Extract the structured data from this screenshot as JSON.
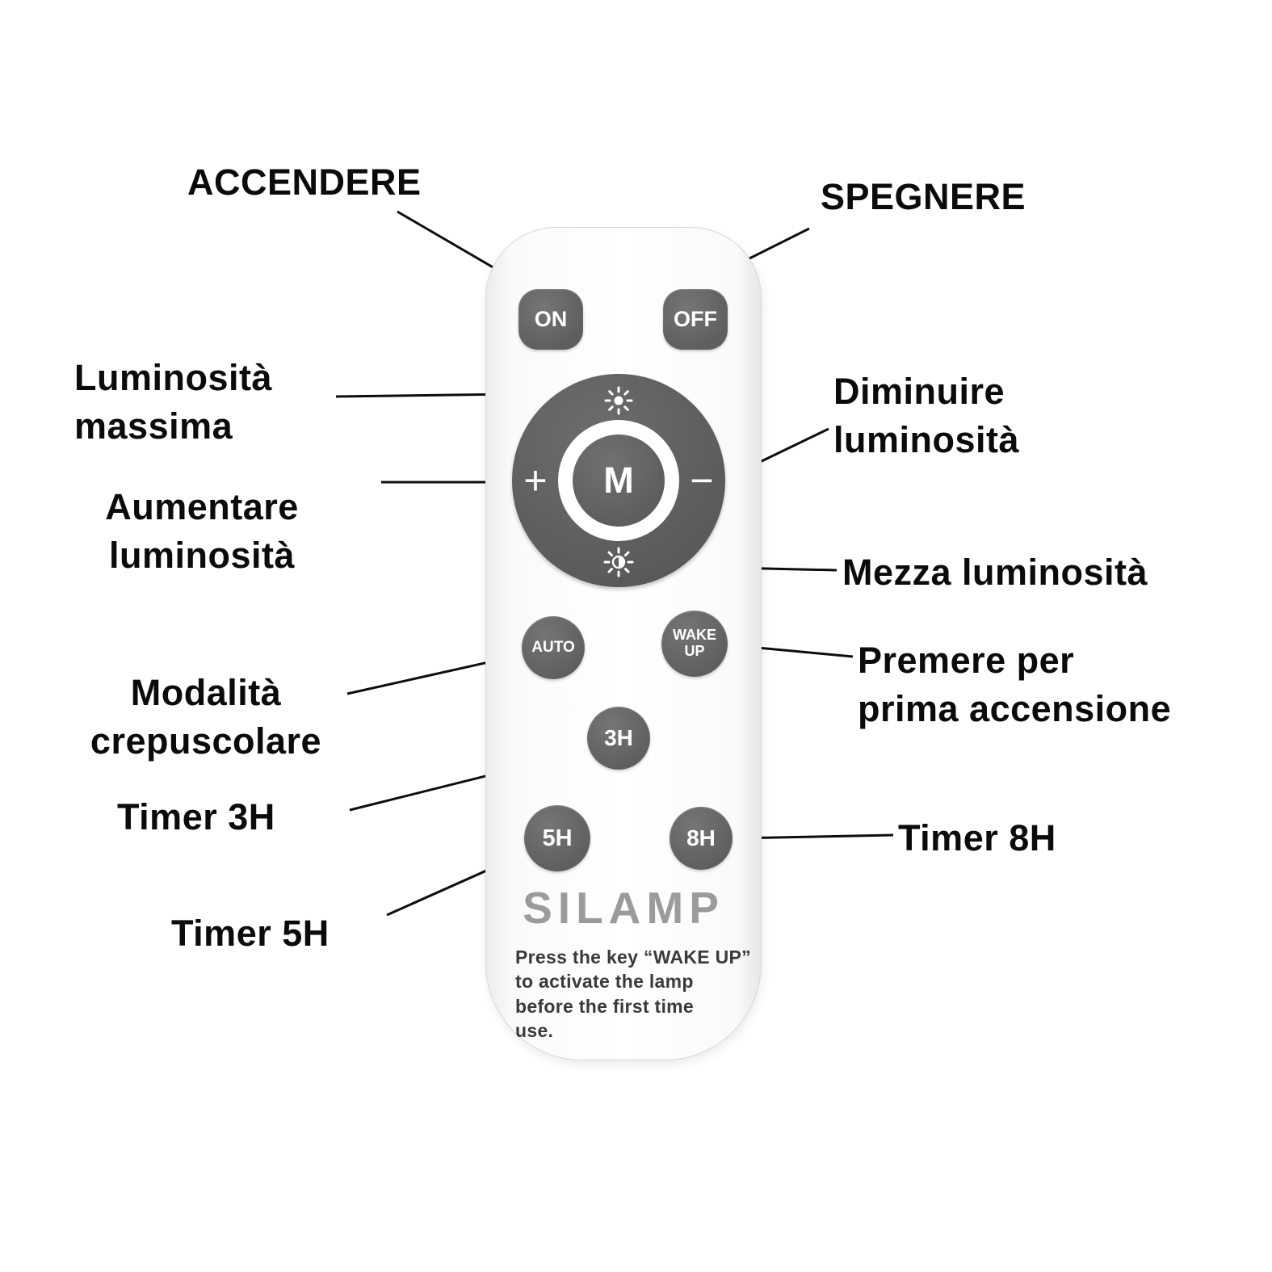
{
  "labels": {
    "accendere": "ACCENDERE",
    "spegnere": "SPEGNERE",
    "luminosita_massima": "Luminosità\nmassima",
    "aumentare_luminosita": "Aumentare\nluminosità",
    "diminuire_luminosita": "Diminuire\nluminosità",
    "mezza_luminosita": "Mezza luminosità",
    "modalita_crepuscolare": "Modalità\ncrepuscolare",
    "premere_prima_accensione": "Premere per\nprima accensione",
    "timer_3h": "Timer 3H",
    "timer_5h": "Timer 5H",
    "timer_8h": "Timer 8H"
  },
  "remote": {
    "btn_on": "ON",
    "btn_off": "OFF",
    "btn_plus": "+",
    "btn_minus": "−",
    "btn_mode": "M",
    "btn_auto": "AUTO",
    "btn_wakeup": "WAKE\nUP",
    "btn_3h": "3H",
    "btn_5h": "5H",
    "btn_8h": "8H",
    "brand": "SILAMP",
    "instructions": "Press the key “WAKE UP”\nto activate the lamp\nbefore the first time\nuse.",
    "icons": {
      "top": "sun-full-brightness-icon",
      "bottom": "sun-half-brightness-icon"
    },
    "colors": {
      "button_gray": "#666666",
      "button_text": "#ffffff",
      "body_white": "#fcfcfc",
      "brand_gray": "#9b9b9b",
      "annotation_black": "#0b0b0b"
    }
  }
}
